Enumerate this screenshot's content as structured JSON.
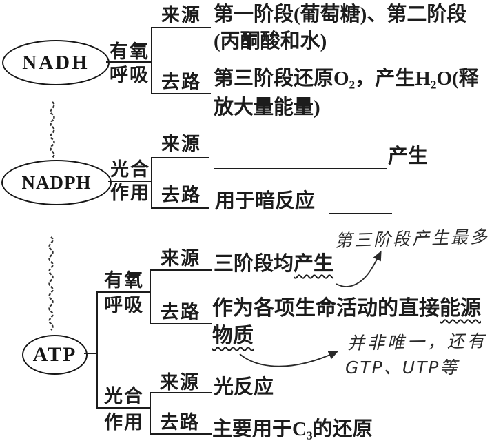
{
  "diagram": {
    "colors": {
      "ink": "#1c1c1c",
      "background": "#ffffff"
    },
    "labels": {
      "source": "来源",
      "fate": "去路",
      "aerobic1": "有氧",
      "aerobic2": "呼吸",
      "photo1": "光合",
      "photo2": "作用"
    },
    "nadh": {
      "title": "NADH",
      "source_line1": "第一阶段(葡萄糖)、第二阶段",
      "source_line2": "(丙酮酸和水)",
      "fate_line1": "第三阶段还原O₂，产生H₂O(释",
      "fate_line2": "放大量能量)"
    },
    "nadph": {
      "title": "NADPH",
      "source_suffix": "产生",
      "fate_text": "用于暗反应"
    },
    "atp": {
      "title": "ATP",
      "aerobic_source_main": "三阶段均",
      "aerobic_source_wavy": "产生",
      "aerobic_source_note": "第三阶段产生最多",
      "aerobic_fate_main": "作为各项生命活动的直接",
      "aerobic_fate_wavy1": "能源",
      "aerobic_fate_wavy2": "物质",
      "aerobic_fate_note1": "并非唯一，还有",
      "aerobic_fate_note2": "GTP、UTP等",
      "photo_source": "光反应",
      "photo_fate": "主要用于C₃的还原"
    }
  }
}
